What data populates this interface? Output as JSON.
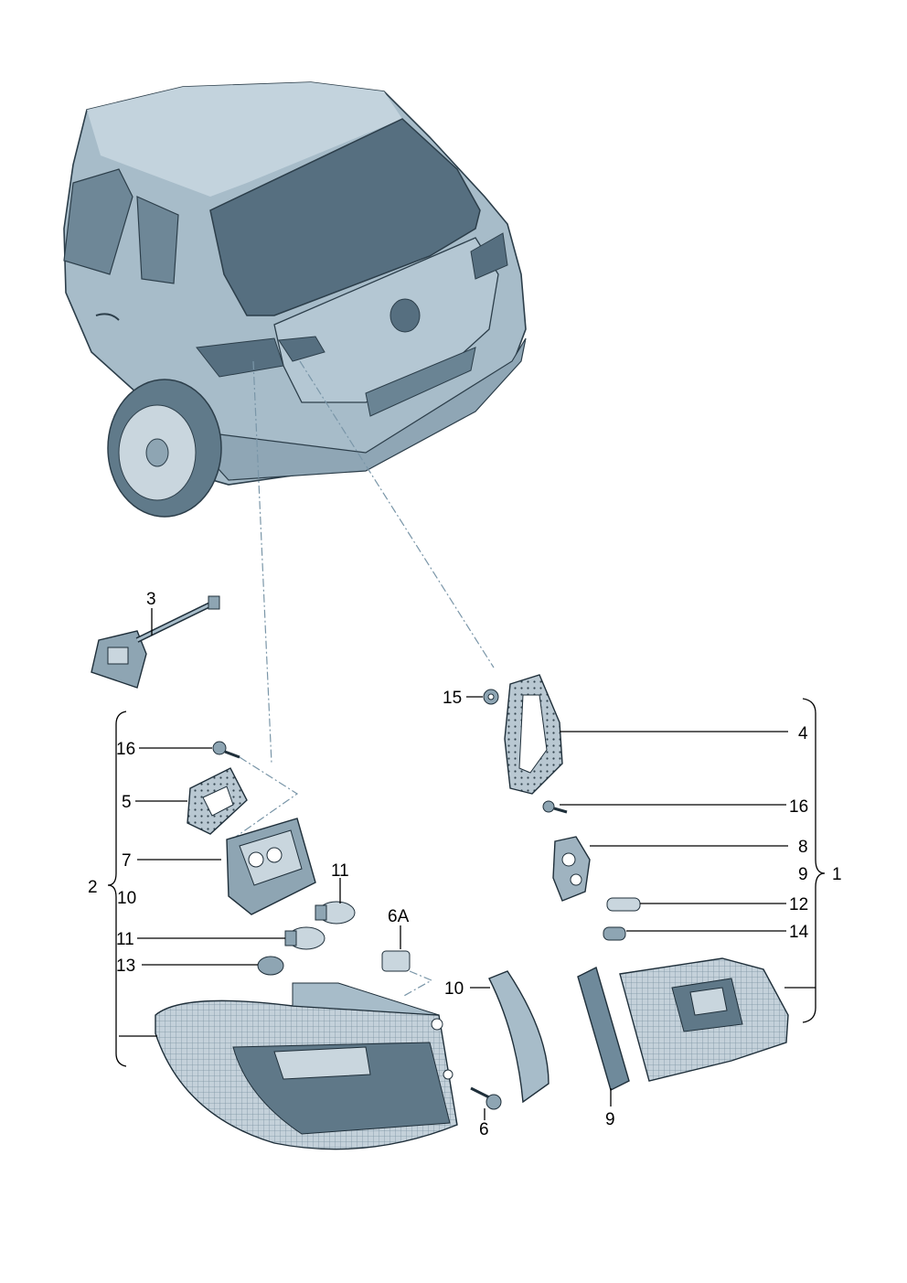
{
  "colors": {
    "body": "#9fb6c4",
    "body_dark": "#6f8a9b",
    "glass": "#5a7484",
    "part_light": "#c9d6de",
    "part_mid": "#8ea5b3",
    "part_dark": "#4b6270",
    "line": "#000000"
  },
  "labels": {
    "l1": "1",
    "l2": "2",
    "l3": "3",
    "l4": "4",
    "l5": "5",
    "l6": "6",
    "l6a": "6A",
    "l7": "7",
    "l8": "8",
    "l9_bracket": "9",
    "l9_part": "9",
    "l10_bracket": "10",
    "l10_part": "10",
    "l11_top": "11",
    "l11_left": "11",
    "l12": "12",
    "l13": "13",
    "l14": "14",
    "l15": "15",
    "l16_left": "16",
    "l16_right": "16"
  }
}
